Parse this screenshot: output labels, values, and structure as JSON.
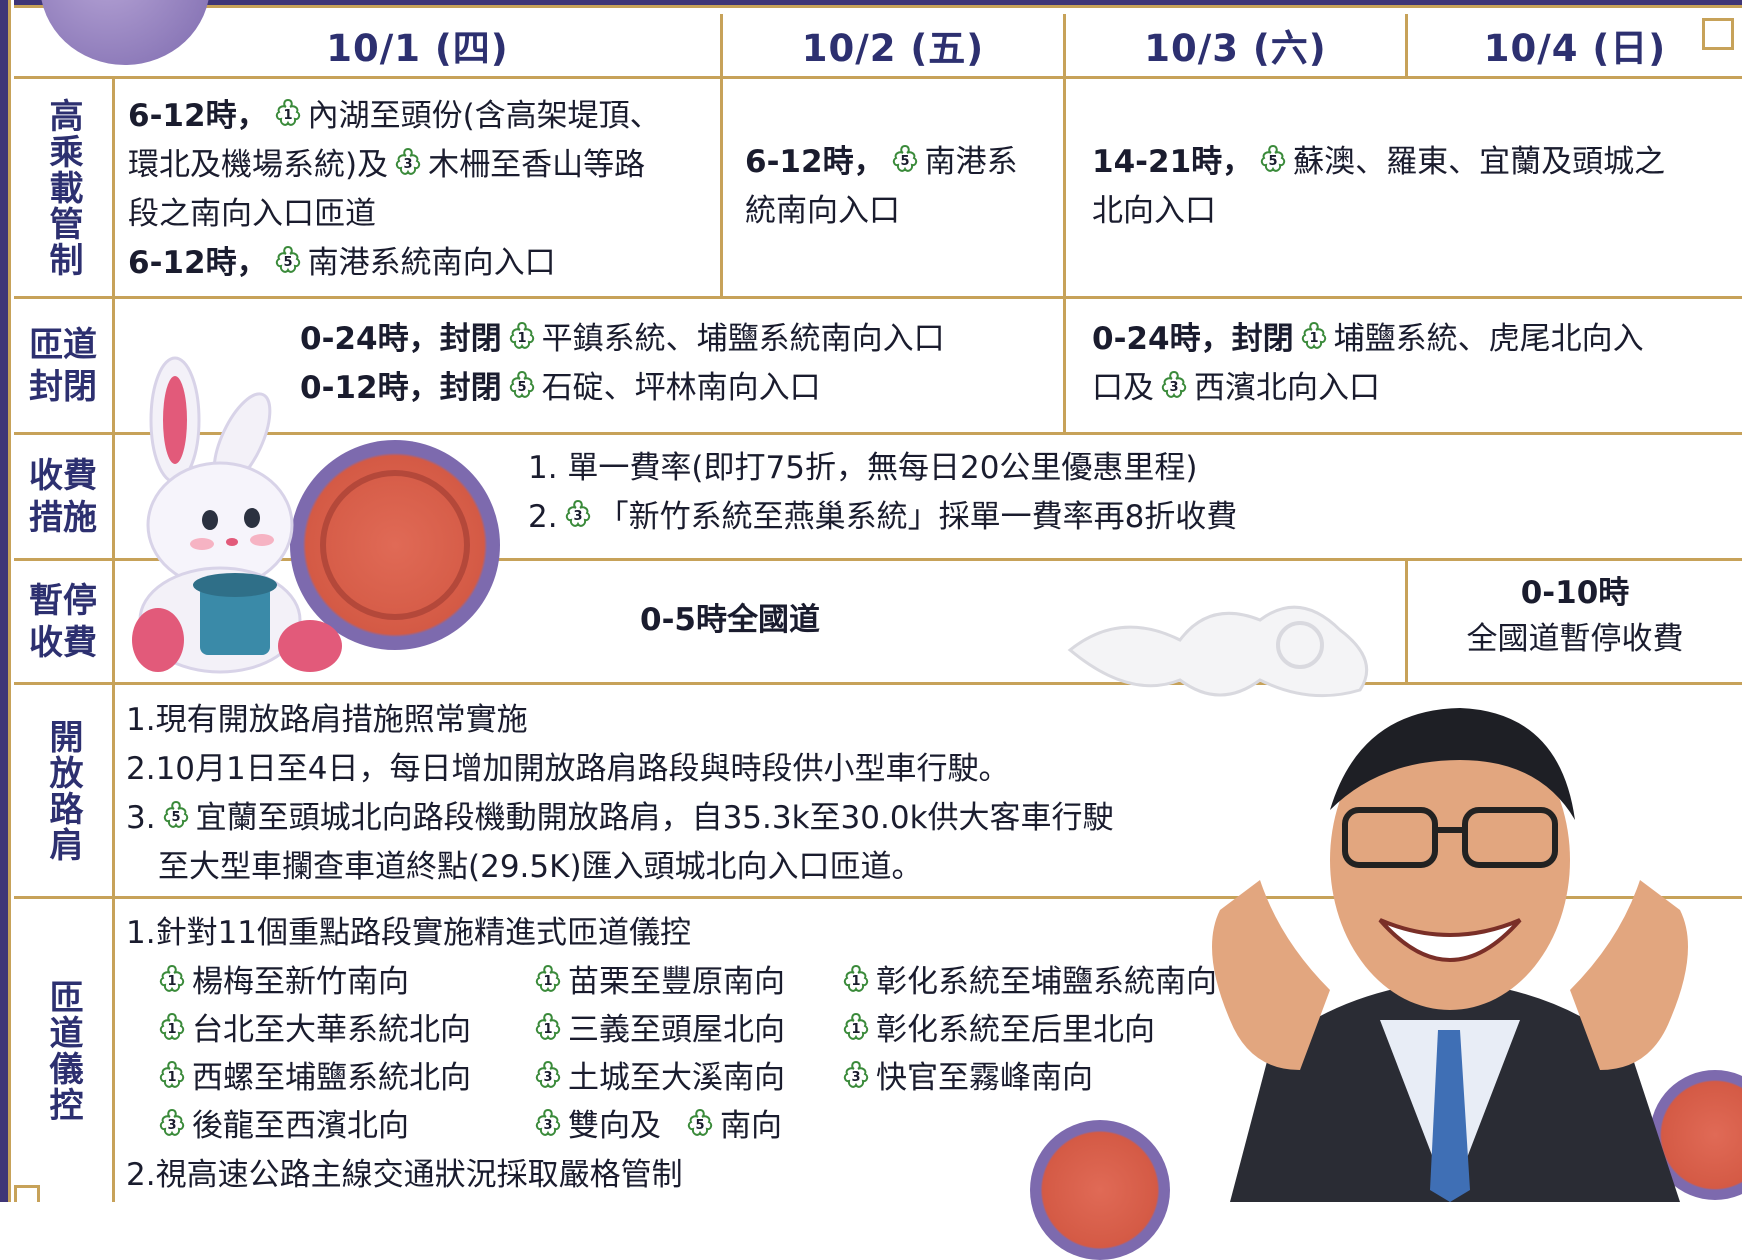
{
  "header": {
    "d1": "10/1 (四)",
    "d2": "10/2 (五)",
    "d3": "10/3 (六)",
    "d4": "10/4 (日)"
  },
  "rows": {
    "hov": {
      "label": "高乘載管制",
      "c1": {
        "l1a": "6-12時，",
        "l1b": "內湖至頭份(含高架堤頂、",
        "l2": "環北及機場系統)及",
        "l2b": "木柵至香山等路",
        "l3": "段之南向入口匝道",
        "l4a": "6-12時，",
        "l4b": "南港系統南向入口"
      },
      "c2": {
        "l1a": "6-12時，",
        "l1b": "南港系",
        "l2": "統南向入口"
      },
      "c3": {
        "l1a": "14-21時，",
        "l1b": "蘇澳、羅東、宜蘭及頭城之",
        "l2": "北向入口"
      }
    },
    "ramp": {
      "label": "匝道封閉",
      "c1": {
        "l1a": "0-24時，封閉",
        "l1b": "平鎮系統、埔鹽系統南向入口",
        "l2a": "0-12時，封閉",
        "l2b": "石碇、坪林南向入口"
      },
      "c2": {
        "l1a": "0-24時，封閉",
        "l1b": "埔鹽系統、虎尾北向入",
        "l2a": "口及",
        "l2b": "西濱北向入口"
      }
    },
    "toll": {
      "label": "收費措施",
      "l1": "1. 單一費率(即打75折，無每日20公里優惠里程)",
      "l2a": "2.",
      "l2b": "「新竹系統至燕巢系統」採單一費率再8折收費"
    },
    "suspend": {
      "label": "暫停收費",
      "c1": "0-5時全國道",
      "c2a": "0-10時",
      "c2b": "全國道暫停收費"
    },
    "shoulder": {
      "label": "開放路肩",
      "l1": "1.現有開放路肩措施照常實施",
      "l2": "2.10月1日至4日，每日增加開放路肩路段與時段供小型車行駛。",
      "l3a": "3.",
      "l3b": "宜蘭至頭城北向路段機動開放路肩，自35.3k至30.0k供大客車行駛",
      "l4": "至大型車攔查車道終點(29.5K)匯入頭城北向入口匝道。"
    },
    "meter": {
      "label": "匝道儀控",
      "l1": "1.針對11個重點路段實施精進式匝道儀控",
      "items": [
        {
          "n": "1",
          "t": "楊梅至新竹南向"
        },
        {
          "n": "1",
          "t": "苗栗至豐原南向"
        },
        {
          "n": "1",
          "t": "彰化系統至埔鹽系統南向"
        },
        {
          "n": "1",
          "t": "台北至大華系統北向"
        },
        {
          "n": "1",
          "t": "三義至頭屋北向"
        },
        {
          "n": "1",
          "t": "彰化系統至后里北向"
        },
        {
          "n": "1",
          "t": "西螺至埔鹽系統北向"
        },
        {
          "n": "3",
          "t": "土城至大溪南向"
        },
        {
          "n": "3",
          "t": "快官至霧峰南向"
        },
        {
          "n": "3",
          "t": "後龍至西濱北向"
        },
        {
          "n": "3",
          "t": "雙向及"
        },
        {
          "n": "5",
          "t": "南向"
        }
      ],
      "l2": "2.視高速公路主線交通狀況採取嚴格管制"
    }
  },
  "colors": {
    "gold": "#c7a259",
    "navy": "#2d3070",
    "purple": "#7d6aae",
    "plum_green": "#3a8a3a"
  }
}
